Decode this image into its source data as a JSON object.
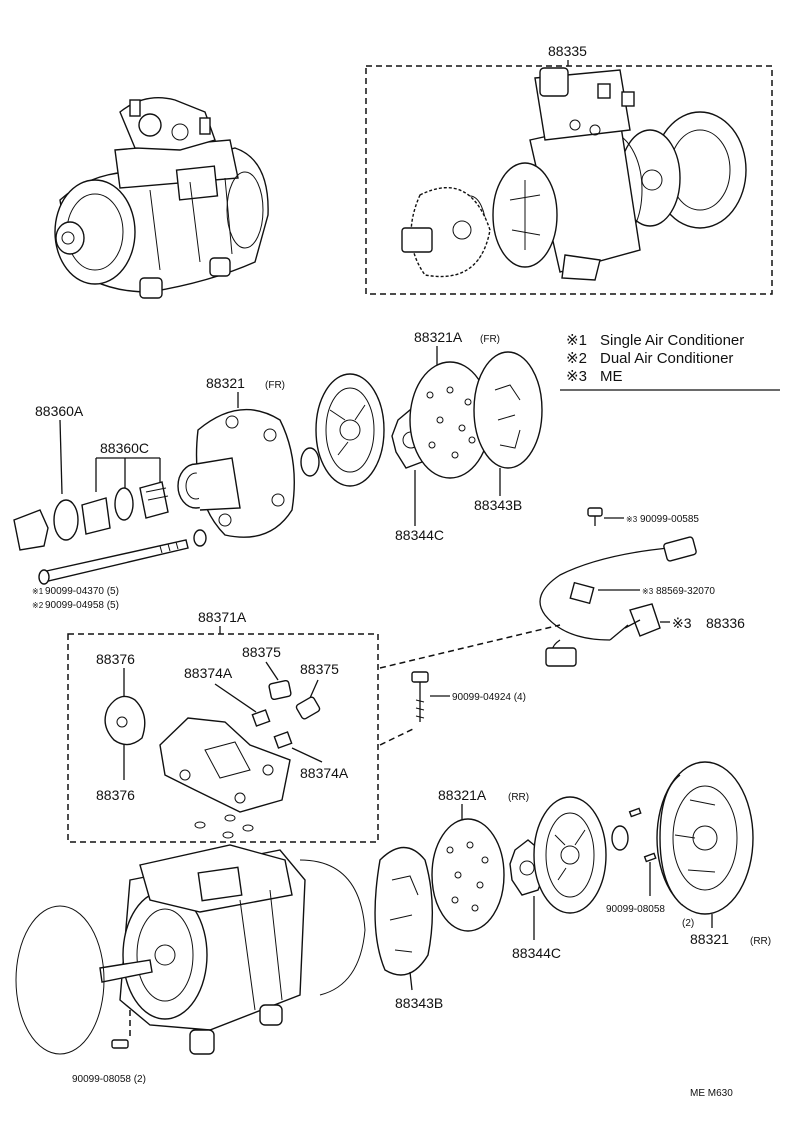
{
  "labels": {
    "p88335": "88335",
    "p88321A_fr": "88321A",
    "p88321_fr": "88321",
    "fr": "(FR)",
    "rr": "(RR)",
    "p88360A": "88360A",
    "p88360C": "88360C",
    "p88344C_top": "88344C",
    "p88343B_top": "88343B",
    "bolt_1": "90099-04370 (5)",
    "bolt_2": "90099-04958 (5)",
    "m1": "※1",
    "m2": "※2",
    "m3": "※3",
    "p88371A": "88371A",
    "p88375_a": "88375",
    "p88375_b": "88375",
    "p88376_a": "88376",
    "p88376_b": "88376",
    "p88374A_a": "88374A",
    "p88374A_b": "88374A",
    "screw_00585": "90099-00585",
    "p88569": "88569-32070",
    "p88336": "88336",
    "bolt_04924": "90099-04924 (4)",
    "p88321A_rr": "88321A",
    "pin_08058_rr": "90099-08058",
    "qty_2": "(2)",
    "p88321_rr": "88321",
    "p88344C_bot": "88344C",
    "p88343B_bot": "88343B",
    "pin_08058_bot": "90099-08058 (2)",
    "code": "ME  M630"
  },
  "legend": {
    "items": [
      {
        "mark": "※1",
        "text": "Single Air Conditioner"
      },
      {
        "mark": "※2",
        "text": "Dual Air Conditioner"
      },
      {
        "mark": "※3",
        "text": "ME"
      }
    ]
  }
}
